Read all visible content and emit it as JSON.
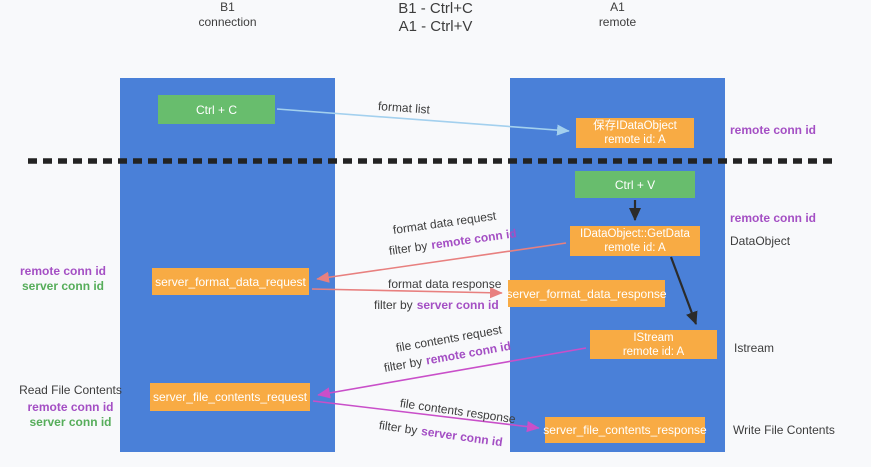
{
  "title": {
    "line1": "B1 - Ctrl+C",
    "line2": "A1 - Ctrl+V"
  },
  "columns": {
    "b1": {
      "name": "B1",
      "subtitle": "connection"
    },
    "a1": {
      "name": "A1",
      "subtitle": "remote"
    }
  },
  "nodes": {
    "ctrl_c": "Ctrl + C",
    "ctrl_v": "Ctrl + V",
    "save_dataobject": {
      "line1": "保存IDataObject",
      "line2": "remote id: A"
    },
    "getdata": {
      "line1": "IDataObject::GetData",
      "line2": "remote id: A"
    },
    "istream": {
      "line1": "IStream",
      "line2": "remote id: A"
    },
    "server_format_data_request": "server_format_data_request",
    "server_format_data_response": "server_format_data_response",
    "server_file_contents_request": "server_file_contents_request",
    "server_file_contents_response": "server_file_contents_response"
  },
  "edges": {
    "format_list": "format list",
    "format_data_request": "format data request",
    "format_data_response": "format data response",
    "file_contents_request": "file contents request",
    "file_contents_response": "file contents response",
    "filter_by": "filter by",
    "remote_conn_id": "remote conn id",
    "server_conn_id": "server conn id"
  },
  "side_labels": {
    "remote_conn_id": "remote conn id",
    "server_conn_id": "server conn id",
    "dataobject": "DataObject",
    "istream": "Istream",
    "read_file_contents": "Read File Contents",
    "write_file_contents": "Write File Contents"
  },
  "colors": {
    "lifeline_blue": "#4a80d8",
    "node_green": "#68bd6d",
    "node_orange": "#f8ab44",
    "arrow_light_blue": "#a3d0ee",
    "arrow_salmon": "#e8807f",
    "arrow_magenta": "#c94fc9",
    "arrow_black": "#2b2b2b",
    "text_purple": "#a44fc4",
    "text_green": "#56ad5a",
    "background": "#f8f9fb"
  }
}
